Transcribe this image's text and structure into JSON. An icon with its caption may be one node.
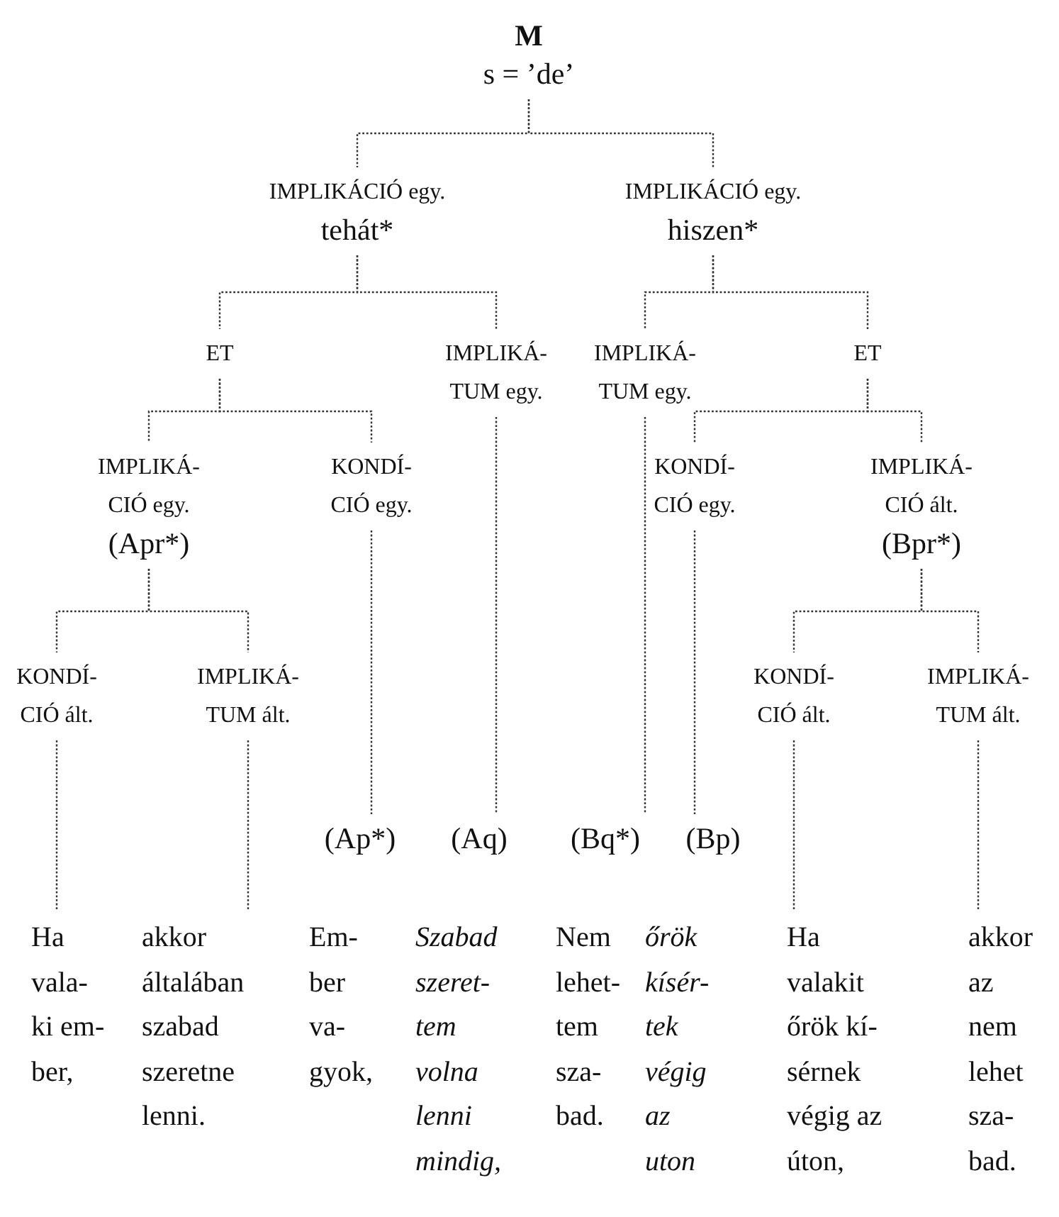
{
  "diagram": {
    "nodes": [
      {
        "text": [
          "M",
          "s = ’de’"
        ]
      },
      {
        "text": [
          "IMPLIKÁCIÓ egy.",
          "tehát*"
        ]
      },
      {
        "text": [
          "IMPLIKÁCIÓ egy.",
          "hiszen*"
        ]
      },
      {
        "text": [
          "ET"
        ]
      },
      {
        "text": [
          "IMPLIKÁ- TUM egy."
        ]
      },
      {
        "text": [
          "IMPLIKÁ- TUM egy."
        ]
      },
      {
        "text": [
          "ET"
        ]
      },
      {
        "text": [
          "IMPLIKÁ- CIÓ egy.",
          "(Apr*)"
        ]
      },
      {
        "text": [
          "KONDÍ- CIÓ egy."
        ]
      },
      {
        "text": [
          "KONDÍ- CIÓ egy."
        ]
      },
      {
        "text": [
          "IMPLIKÁ- CIÓ ált.",
          "(Bpr*)"
        ]
      },
      {
        "text": [
          "KONDÍ- CIÓ ált."
        ]
      },
      {
        "text": [
          "IMPLIKÁ- TUM ált."
        ]
      },
      {
        "text": [
          "KONDÍ- CIÓ ált."
        ]
      },
      {
        "text": [
          "IMPLIKÁ- TUM ált."
        ]
      },
      {
        "text": [
          "(Ap*)"
        ]
      },
      {
        "text": [
          "(Aq)"
        ]
      },
      {
        "text": [
          "(Bq*)"
        ]
      },
      {
        "text": [
          "(Bp)"
        ]
      },
      {
        "text": [
          "Ha vala- ki em- ber,"
        ]
      },
      {
        "text": [
          "akkor általában szabad szeretne lenni."
        ]
      },
      {
        "text": [
          "Em- ber va- gyok,"
        ]
      },
      {
        "text": [
          "Szabad szeret- tem volna lenni mindig,"
        ]
      },
      {
        "text": [
          "Nem lehet- tem sza- bad."
        ]
      },
      {
        "text": [
          "őrök kísér- tek végig az uton"
        ]
      },
      {
        "text": [
          "Ha valakit őrök kí- sérnek végig az úton,"
        ]
      },
      {
        "text": [
          "akkor az nem lehet sza- bad."
        ]
      }
    ],
    "edges": [
      {
        "from": 0,
        "to": 1,
        "arrow": "none",
        "style": "dashed"
      },
      {
        "from": 0,
        "to": 2,
        "arrow": "none",
        "style": "dashed"
      },
      {
        "from": 1,
        "to": 3,
        "arrow": "none",
        "style": "dashed"
      },
      {
        "from": 1,
        "to": 4,
        "arrow": "none",
        "style": "dashed"
      },
      {
        "from": 2,
        "to": 5,
        "arrow": "none",
        "style": "dashed"
      },
      {
        "from": 2,
        "to": 6,
        "arrow": "none",
        "style": "dashed"
      },
      {
        "from": 3,
        "to": 7,
        "arrow": "none",
        "style": "dashed"
      },
      {
        "from": 3,
        "to": 8,
        "arrow": "none",
        "style": "dashed"
      },
      {
        "from": 6,
        "to": 9,
        "arrow": "none",
        "style": "dashed"
      },
      {
        "from": 6,
        "to": 10,
        "arrow": "none",
        "style": "dashed"
      },
      {
        "from": 7,
        "to": 11,
        "arrow": "none",
        "style": "dashed"
      },
      {
        "from": 7,
        "to": 12,
        "arrow": "none",
        "style": "dashed"
      },
      {
        "from": 10,
        "to": 13,
        "arrow": "none",
        "style": "dashed"
      },
      {
        "from": 10,
        "to": 14,
        "arrow": "none",
        "style": "dashed"
      },
      {
        "from": 8,
        "to": 15,
        "arrow": "none",
        "style": "dashed"
      },
      {
        "from": 4,
        "to": 16,
        "arrow": "none",
        "style": "dashed"
      },
      {
        "from": 5,
        "to": 17,
        "arrow": "none",
        "style": "dashed"
      },
      {
        "from": 9,
        "to": 18,
        "arrow": "none",
        "style": "dashed"
      },
      {
        "from": 11,
        "to": 19,
        "arrow": "none",
        "style": "dashed"
      },
      {
        "from": 12,
        "to": 20,
        "arrow": "none",
        "style": "dashed"
      },
      {
        "from": 13,
        "to": 25,
        "arrow": "none",
        "style": "dashed"
      },
      {
        "from": 14,
        "to": 26,
        "arrow": "none",
        "style": "dashed"
      }
    ]
  }
}
